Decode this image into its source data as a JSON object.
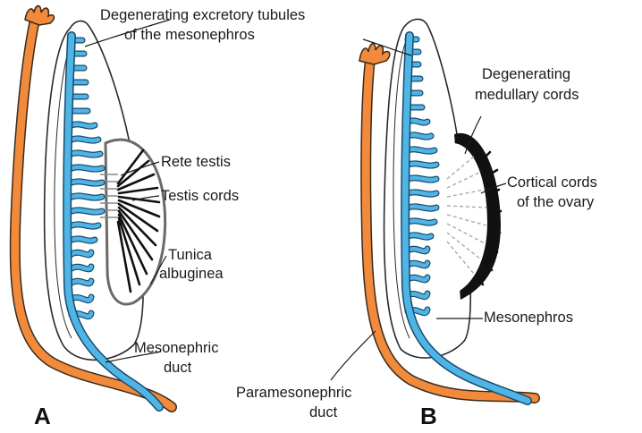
{
  "colors": {
    "paramesonephric": "#f28a3c",
    "mesonephric": "#4fb5e6",
    "outline": "#2a2a2a",
    "cortical": "#111111"
  },
  "panels": {
    "a": {
      "letter": "A",
      "labels": {
        "tubules_line1": "Degenerating excretory tubules",
        "tubules_line2": "of the mesonephros",
        "rete": "Rete testis",
        "cords": "Testis cords",
        "tunica_line1": "Tunica",
        "tunica_line2": "albuginea",
        "duct_line1": "Mesonephric",
        "duct_line2": "duct"
      }
    },
    "b": {
      "letter": "B",
      "labels": {
        "medullary_line1": "Degenerating",
        "medullary_line2": "medullary cords",
        "cortical_line1": "Cortical cords",
        "cortical_line2": "of the ovary",
        "mesonephros": "Mesonephros",
        "paramesonephric_line1": "Paramesonephric",
        "paramesonephric_line2": "duct"
      }
    }
  }
}
